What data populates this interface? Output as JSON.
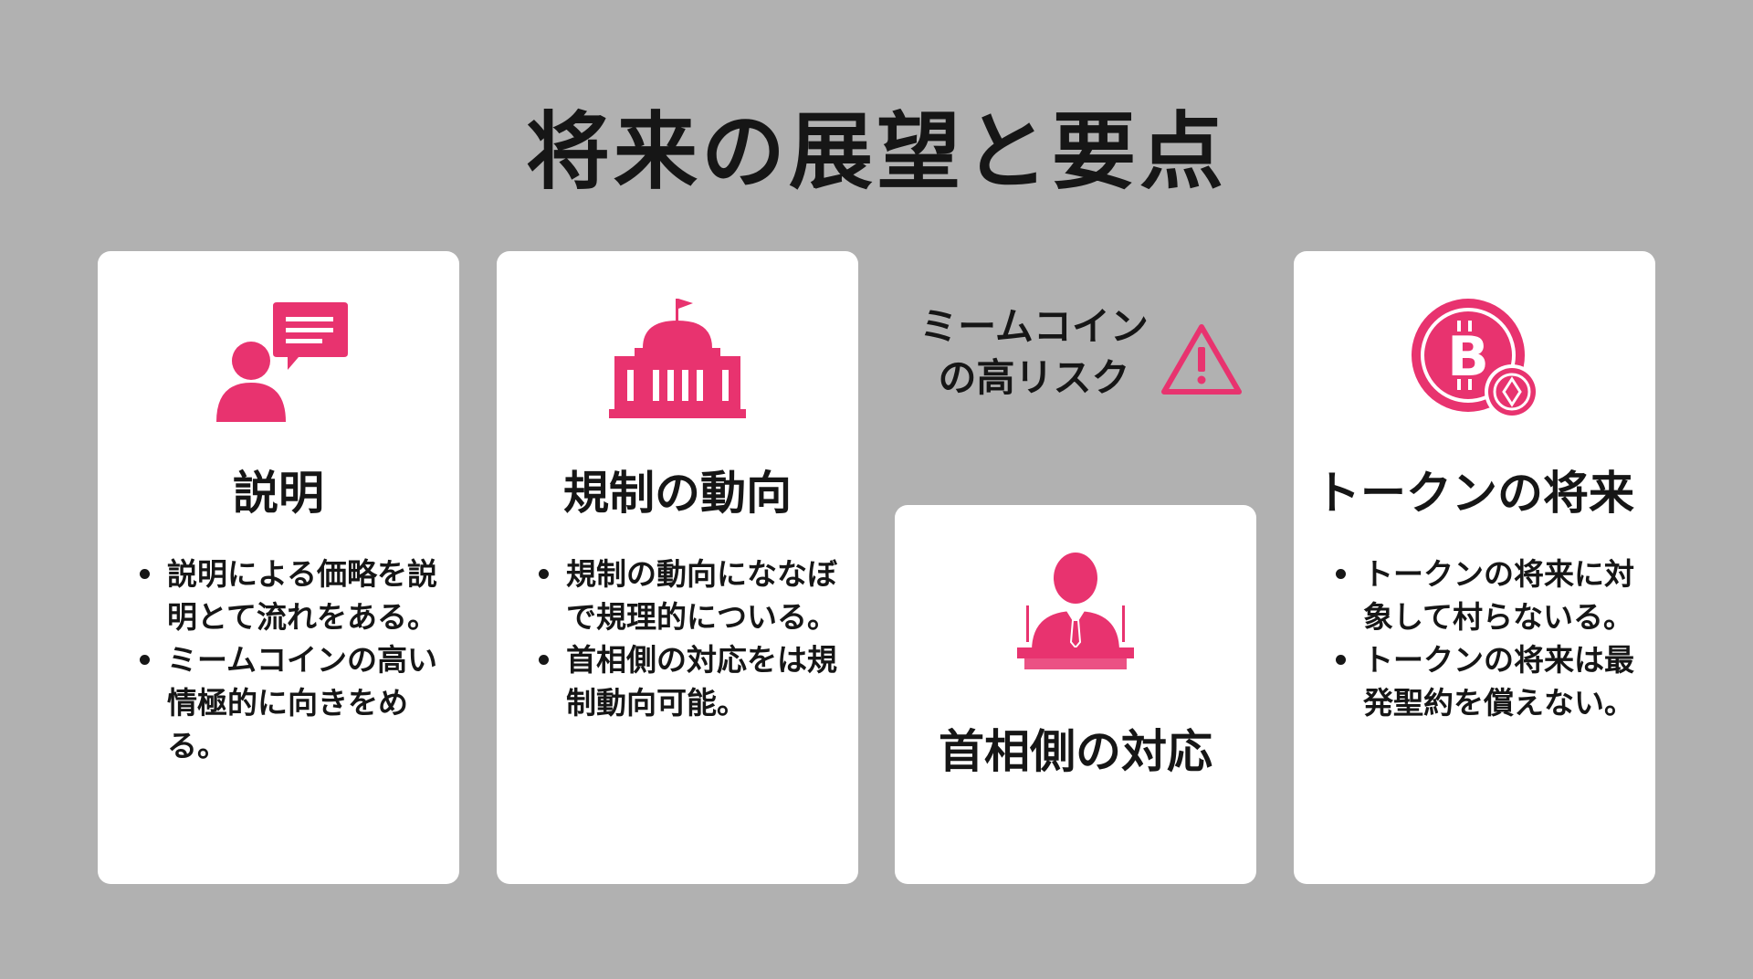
{
  "title": "将来の展望と要点",
  "colors": {
    "accent": "#e8336f",
    "background": "#b1b1b1",
    "card": "#ffffff",
    "text": "#161616"
  },
  "cards": [
    {
      "icon": "speaker-speech-bubble-icon",
      "title": "説明",
      "bullets": [
        "説明による価略を説明とて流れをある。",
        "ミームコインの高い情極的に向きをめる。"
      ]
    },
    {
      "icon": "government-building-icon",
      "title": "規制の動向",
      "bullets": [
        "規制の動向にななぼで規理的についる。",
        "首相側の対応をは規制動向可能。"
      ]
    },
    {
      "icon": "speaker-at-podium-icon",
      "title": "首相側の対応"
    },
    {
      "icon": "bitcoin-token-icon",
      "title": "トークンの将来",
      "bullets": [
        "トークンの将来に対象して村らないる。",
        "トークンの将来は最発聖約を償えない。"
      ]
    }
  ],
  "risk": {
    "line1": "ミームコイン",
    "line2": "の高リスク",
    "icon": "warning-triangle-icon"
  }
}
